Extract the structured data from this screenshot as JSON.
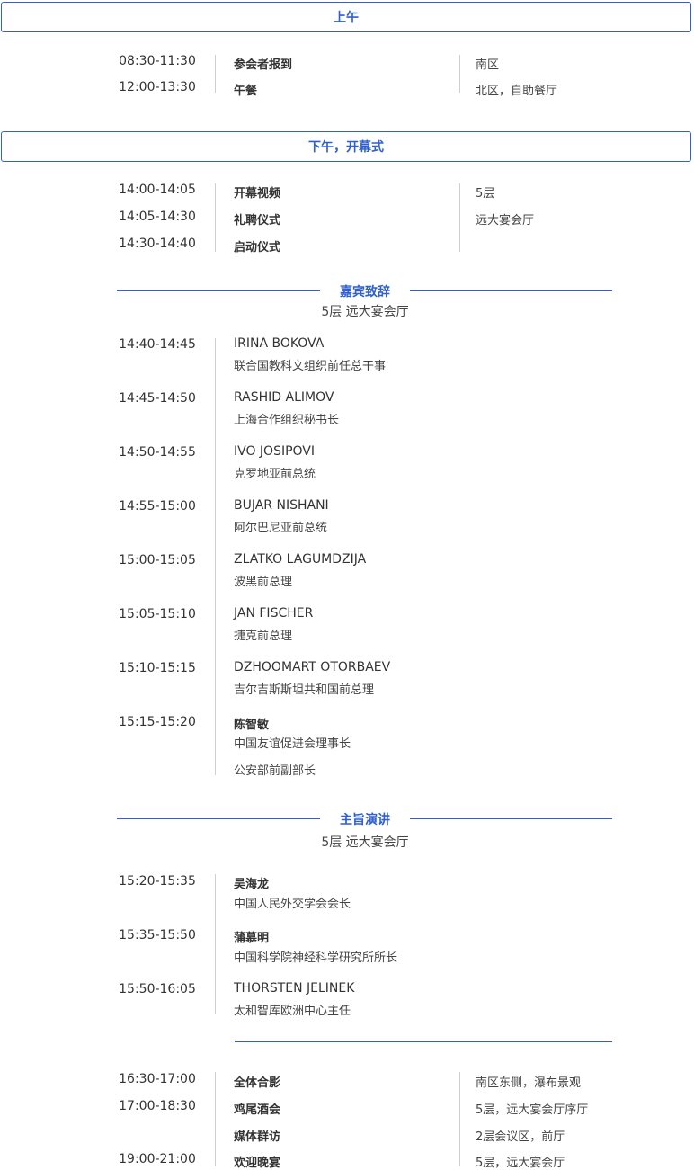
{
  "morning": {
    "header": "上午",
    "rows": [
      {
        "time": "08:30-11:30",
        "title": "参会者报到",
        "location": "南区"
      },
      {
        "time": "12:00-13:30",
        "title": "午餐",
        "location": "北区，自助餐厅"
      }
    ]
  },
  "afternoon": {
    "header": "下午，开幕式",
    "rows": [
      {
        "time": "14:00-14:05",
        "title": "开幕视频",
        "location": "5层"
      },
      {
        "time": "14:05-14:30",
        "title": "礼聘仪式",
        "location": "远大宴会厅"
      },
      {
        "time": "14:30-14:40",
        "title": "启动仪式"
      }
    ]
  },
  "guest_speeches": {
    "heading": "嘉宾致辞",
    "venue": "5层 远大宴会厅",
    "rows": [
      {
        "time": "14:40-14:45",
        "name": "IRINA BOKOVA",
        "role": "联合国教科文组织前任总干事"
      },
      {
        "time": "14:45-14:50",
        "name": "RASHID ALIMOV",
        "role": "上海合作组织秘书长"
      },
      {
        "time": "14:50-14:55",
        "name": "IVO JOSIPOVI",
        "role": "克罗地亚前总统"
      },
      {
        "time": "14:55-15:00",
        "name": "BUJAR NISHANI",
        "role": "阿尔巴尼亚前总统"
      },
      {
        "time": "15:00-15:05",
        "name": "ZLATKO LAGUMDZIJA",
        "role": "波黑前总理"
      },
      {
        "time": "15:05-15:10",
        "name": "JAN FISCHER",
        "role": "捷克前总理"
      },
      {
        "time": "15:10-15:15",
        "name": "DZHOOMART OTORBAEV",
        "role": "吉尔吉斯斯坦共和国前总理"
      },
      {
        "time": "15:15-15:20",
        "name": "陈智敏",
        "role": "中国友谊促进会理事长",
        "role2": "公安部前副部长"
      }
    ]
  },
  "keynotes": {
    "heading": "主旨演讲",
    "venue": "5层 远大宴会厅",
    "rows": [
      {
        "time": "15:20-15:35",
        "name": "吴海龙",
        "role": "中国人民外交学会会长"
      },
      {
        "time": "15:35-15:50",
        "name": "蒲慕明",
        "role": "中国科学院神经科学研究所所长"
      },
      {
        "time": "15:50-16:05",
        "name": "THORSTEN JELINEK",
        "role": "太和智库欧洲中心主任"
      }
    ]
  },
  "evening": {
    "rows": [
      {
        "time": "16:30-17:00",
        "title": "全体合影",
        "location": "南区东侧，瀑布景观"
      },
      {
        "time": "17:00-18:30",
        "title": "鸡尾酒会",
        "location": "5层，远大宴会厅序厅"
      },
      {
        "time": "",
        "title": "媒体群访",
        "location": "2层会议区，前厅"
      },
      {
        "time": "19:00-21:00",
        "title": "欢迎晚宴",
        "location": "5层，远大宴会厅"
      }
    ]
  },
  "colors": {
    "accent": "#2f5fd0",
    "divider": "#cfcfcf",
    "text": "#333333"
  }
}
